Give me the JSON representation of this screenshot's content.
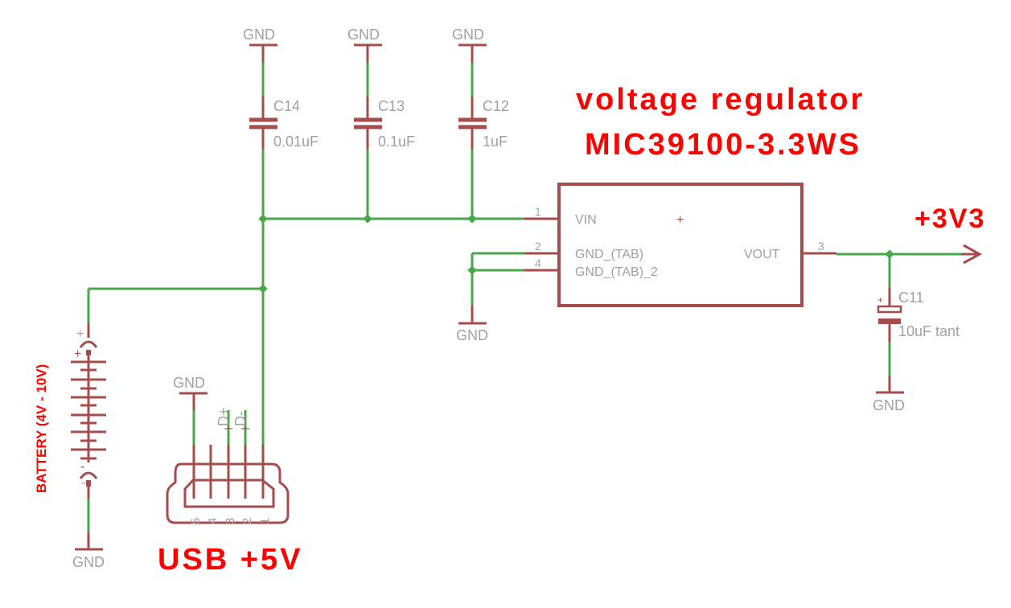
{
  "title": {
    "line1": "voltage regulator",
    "line2": "MIC39100-3.3WS"
  },
  "colors": {
    "wire": "#4aa64a",
    "symbol": "#a54d4d",
    "text": "#a0a0a0",
    "annotation": "#ff0000"
  },
  "capacitors": [
    {
      "ref": "C14",
      "value": "0.01uF",
      "ground": "GND"
    },
    {
      "ref": "C13",
      "value": "0.1uF",
      "ground": "GND"
    },
    {
      "ref": "C12",
      "value": "1uF",
      "ground": "GND"
    },
    {
      "ref": "C11",
      "value": "10uF tant",
      "ground": "GND",
      "polarity": "+"
    }
  ],
  "regulator": {
    "pins": [
      {
        "num": "1",
        "name": "VIN"
      },
      {
        "num": "2",
        "name": "GND_(TAB)"
      },
      {
        "num": "4",
        "name": "GND_(TAB)_2"
      },
      {
        "num": "3",
        "name": "VOUT"
      }
    ],
    "origin_marker": "+",
    "ground": "GND"
  },
  "output": {
    "net_label": "+3V3"
  },
  "battery": {
    "label": "BATTERY (4V - 10V)",
    "plus": "+",
    "minus": "-",
    "ground": "GND"
  },
  "usb": {
    "label": "USB +5V",
    "ground": "GND",
    "signal_labels": [
      "D+",
      "D-"
    ],
    "pin_numbers": [
      "5",
      "4",
      "3",
      "2",
      "1"
    ]
  }
}
